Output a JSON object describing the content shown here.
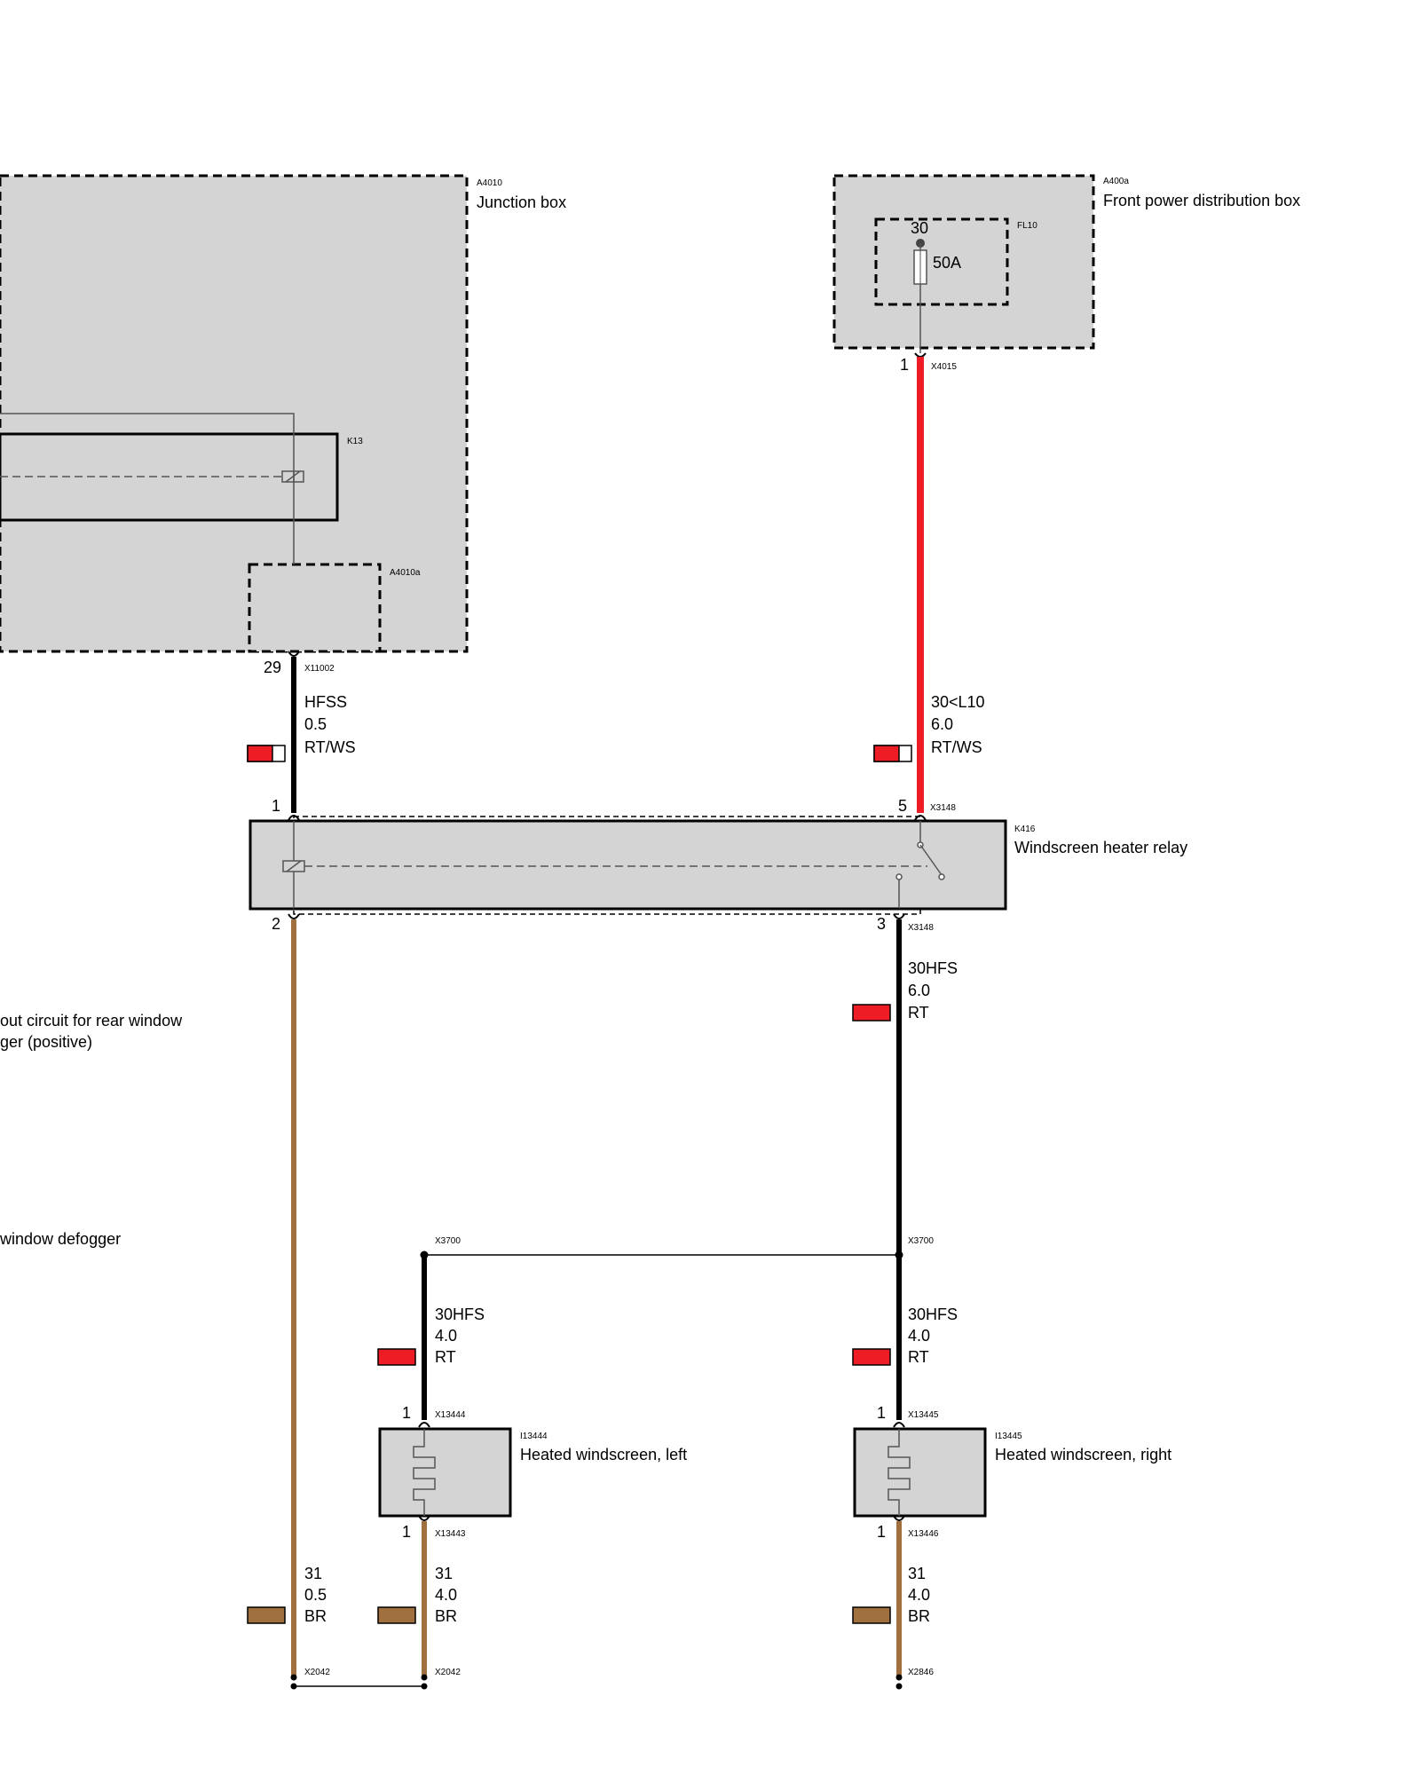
{
  "colors": {
    "box_fill": "#d4d4d4",
    "wire_red": "#ee1c24",
    "wire_brown": "#a0703e",
    "wire_black": "#000000",
    "swatch_red": "#ee1c24",
    "swatch_brown": "#a0703e"
  },
  "components": {
    "junction_box": {
      "id": "A4010",
      "name": "Junction box"
    },
    "k13": {
      "id": "K13"
    },
    "a4010a": {
      "id": "A4010a"
    },
    "front_pdb": {
      "id": "A400a",
      "name": "Front power distribution box"
    },
    "fuse": {
      "id": "FL10",
      "terminal": "30",
      "rating": "50A"
    },
    "relay": {
      "id": "K416",
      "name": "Windscreen heater relay"
    },
    "heated_left": {
      "id": "I13444",
      "name": "Heated windscreen, left"
    },
    "heated_right": {
      "id": "I13445",
      "name": "Heated windscreen, right"
    }
  },
  "offpage": {
    "text1_line1": "out circuit for rear window",
    "text1_line2": "ger (positive)",
    "text2": "window defogger"
  },
  "connectors": {
    "x11002": {
      "id": "X11002",
      "pin": "29"
    },
    "x4015": {
      "id": "X4015",
      "pin": "1"
    },
    "x3148_in1": {
      "pin": "1"
    },
    "x3148_in5": {
      "id": "X3148",
      "pin": "5"
    },
    "x3148_out2": {
      "pin": "2"
    },
    "x3148_out3": {
      "id": "X3148",
      "pin": "3"
    },
    "x3700_left": {
      "id": "X3700"
    },
    "x3700_right": {
      "id": "X3700"
    },
    "x13444": {
      "id": "X13444",
      "pin": "1"
    },
    "x13443": {
      "id": "X13443",
      "pin": "1"
    },
    "x13445": {
      "id": "X13445",
      "pin": "1"
    },
    "x13446": {
      "id": "X13446",
      "pin": "1"
    },
    "x2042_a": {
      "id": "X2042"
    },
    "x2042_b": {
      "id": "X2042"
    },
    "x2846": {
      "id": "X2846"
    }
  },
  "wires": {
    "hfss": {
      "signal": "HFSS",
      "gauge": "0.5",
      "color": "RT/WS"
    },
    "l10": {
      "signal": "30<L10",
      "gauge": "6.0",
      "color": "RT/WS"
    },
    "hfs_main": {
      "signal": "30HFS",
      "gauge": "6.0",
      "color": "RT"
    },
    "hfs_left": {
      "signal": "30HFS",
      "gauge": "4.0",
      "color": "RT"
    },
    "hfs_right": {
      "signal": "30HFS",
      "gauge": "4.0",
      "color": "RT"
    },
    "gnd_relay": {
      "signal": "31",
      "gauge": "0.5",
      "color": "BR"
    },
    "gnd_left": {
      "signal": "31",
      "gauge": "4.0",
      "color": "BR"
    },
    "gnd_right": {
      "signal": "31",
      "gauge": "4.0",
      "color": "BR"
    }
  }
}
